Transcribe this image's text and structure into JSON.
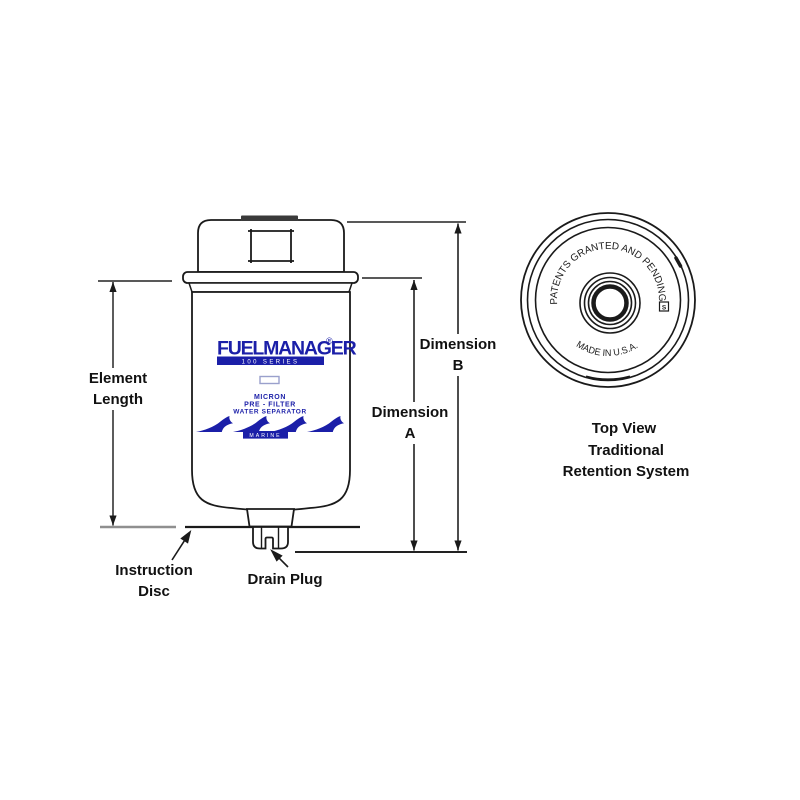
{
  "labels": {
    "element_length": "Element Length",
    "dimension_b": "Dimension B",
    "dimension_a": "Dimension A",
    "instruction_disc": "Instruction Disc",
    "drain_plug": "Drain Plug"
  },
  "filter_label": {
    "brand": "FUELMANAGER",
    "registered": "®",
    "series": "100 SERIES",
    "micron": "MICRON",
    "prefilter": "PRE - FILTER",
    "water_separator": "WATER SEPARATOR",
    "marine": "MARINE"
  },
  "top_view": {
    "arc_top": "PATENTS GRANTED AND PENDING",
    "arc_bottom": "MADE IN U.S.A.",
    "badge": "S",
    "caption": "Top View",
    "subcaption": "Traditional Retention System"
  },
  "colors": {
    "brand_blue": "#1b1fa8",
    "ink": "#1a1a1a",
    "gray_reference": "#8f8f8f"
  }
}
